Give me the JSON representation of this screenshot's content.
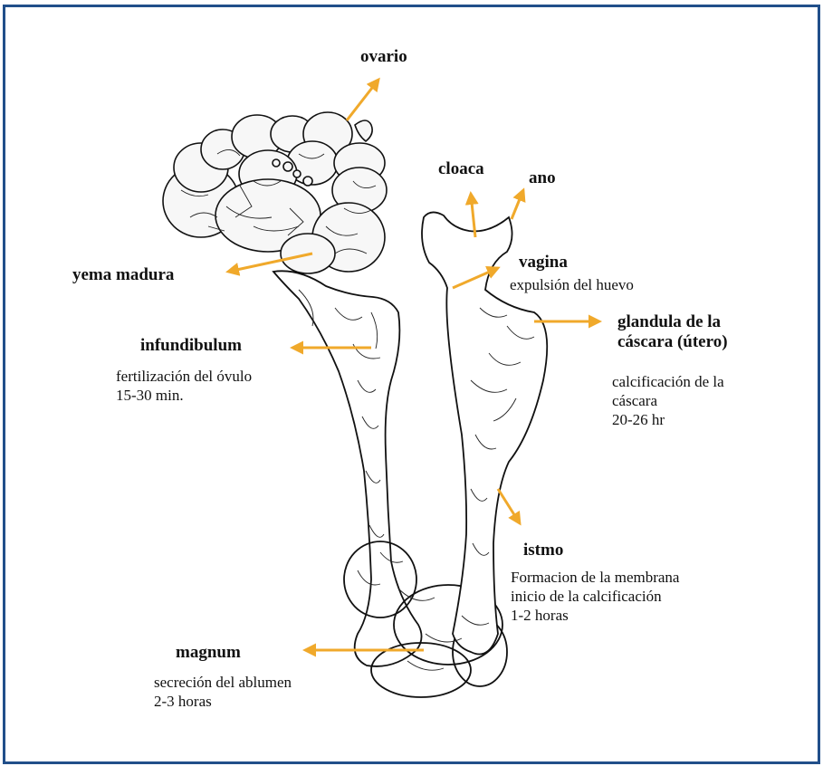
{
  "accent_color": "#f0a92b",
  "border_color": "#214f8a",
  "labels": {
    "ovario": {
      "title": "ovario"
    },
    "cloaca": {
      "title": "cloaca"
    },
    "ano": {
      "title": "ano"
    },
    "yema": {
      "title": "yema madura"
    },
    "vagina": {
      "title": "vagina",
      "desc": [
        "expulsión del huevo"
      ]
    },
    "infundibulum": {
      "title": "infundibulum",
      "desc": [
        "fertilización del óvulo",
        "15-30 min."
      ]
    },
    "glandula": {
      "title": [
        "glandula de la",
        "cáscara (útero)"
      ],
      "desc": [
        "calcificación de la",
        "cáscara",
        "20-26 hr"
      ]
    },
    "istmo": {
      "title": "istmo",
      "desc": [
        "Formacion de la membrana",
        "inicio de la calcificación",
        "1-2 horas"
      ]
    },
    "magnum": {
      "title": "magnum",
      "desc": [
        "secreción del ablumen",
        "2-3 horas"
      ]
    }
  }
}
